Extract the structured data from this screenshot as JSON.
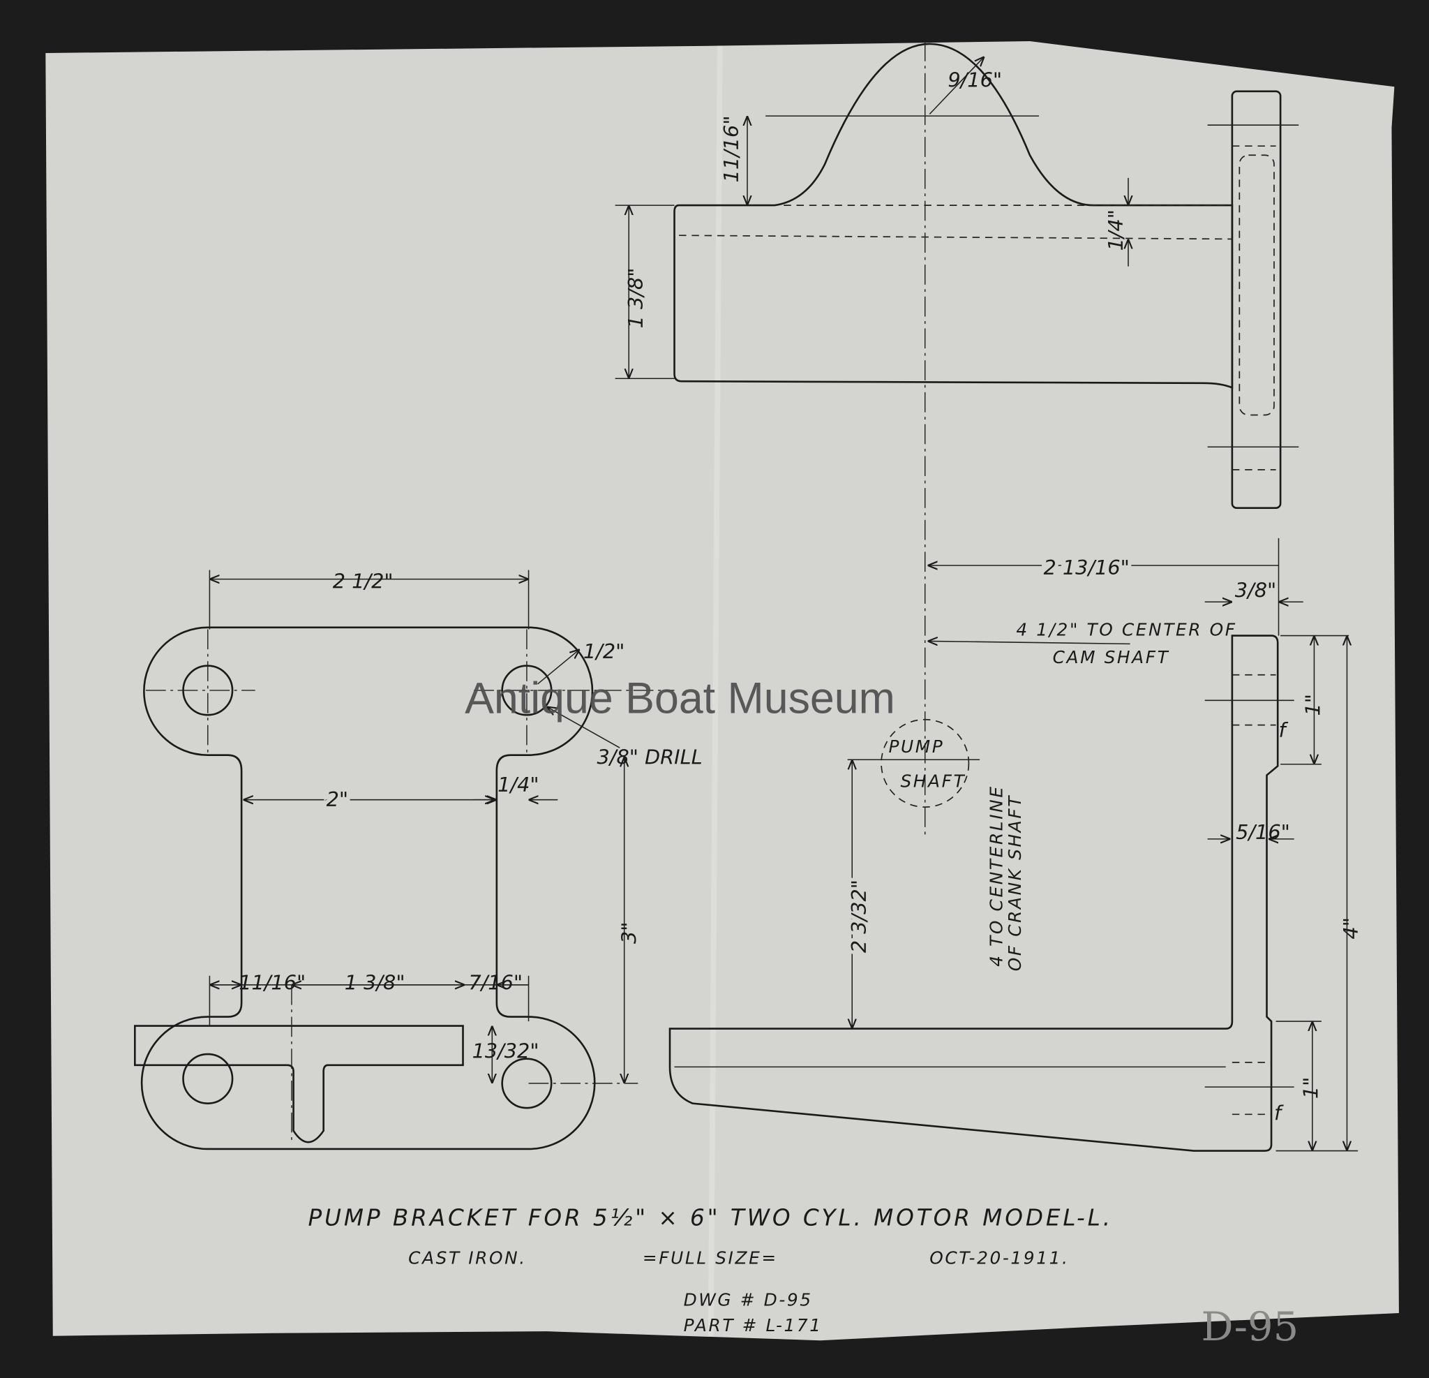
{
  "drawing": {
    "title": "PUMP BRACKET FOR 5½\" × 6\" TWO CYL. MOTOR   MODEL-L.",
    "material": "CAST IRON.",
    "scale": "=FULL SIZE=",
    "date": "OCT-20-1911.",
    "dwg_no": "DWG # D-95",
    "part_no": "PART # L-171",
    "pencil_mark": "D-95",
    "watermark": "Antique Boat Museum"
  },
  "top_view": {
    "dims": [
      "9/16\"",
      "11/16\"",
      "1/4\"",
      "1 3/8\""
    ]
  },
  "plan_view": {
    "dims": [
      "2 1/2\"",
      "1/2\"",
      "3/8\" DRILL",
      "2\"",
      "1/4\"",
      "3\"",
      "11/16\"",
      "1 3/8\"",
      "7/16\"",
      "13/32\""
    ]
  },
  "side_view": {
    "dims": [
      "2 13/16\"",
      "3/8\"",
      "4 1/2\" TO CENTER OF",
      "CAM SHAFT",
      "PUMP",
      "SHAFT",
      "2 3/32\"",
      "4 TO CENTERLINE",
      "OF CRANK SHAFT",
      "1\"",
      "5/16\"",
      "4\"",
      "1\"",
      "f",
      "f"
    ]
  }
}
